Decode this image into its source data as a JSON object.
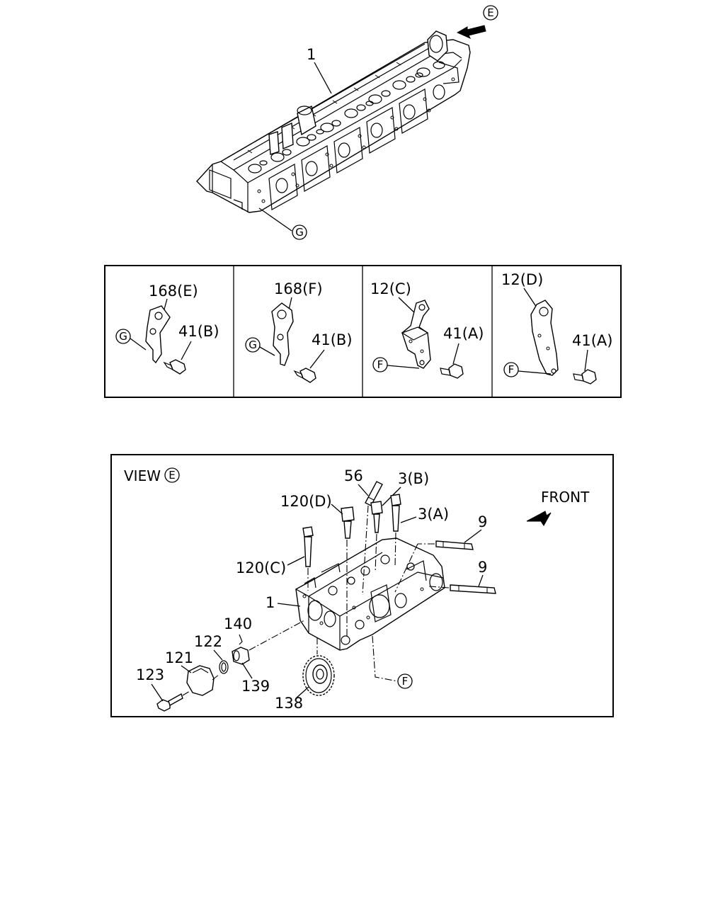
{
  "top_assembly": {
    "part_label": "1",
    "view_ref": "E",
    "ground_ref": "G"
  },
  "detail_panels": [
    {
      "bracket_label": "168(E)",
      "bolt_label": "41(B)",
      "ref": "G"
    },
    {
      "bracket_label": "168(F)",
      "bolt_label": "41(B)",
      "ref": "G"
    },
    {
      "bracket_label": "12(C)",
      "bolt_label": "41(A)",
      "ref": "F"
    },
    {
      "bracket_label": "12(D)",
      "bolt_label": "41(A)",
      "ref": "F"
    }
  ],
  "view_e": {
    "title": "VIEW",
    "title_ref": "E",
    "front_label": "FRONT",
    "ref_f": "F",
    "labels": {
      "p56": "56",
      "p3b": "3(B)",
      "p3a": "3(A)",
      "p120d": "120(D)",
      "p120c": "120(C)",
      "p9a": "9",
      "p9b": "9",
      "p1": "1",
      "p140": "140",
      "p122": "122",
      "p121": "121",
      "p123": "123",
      "p139": "139",
      "p138": "138"
    }
  }
}
